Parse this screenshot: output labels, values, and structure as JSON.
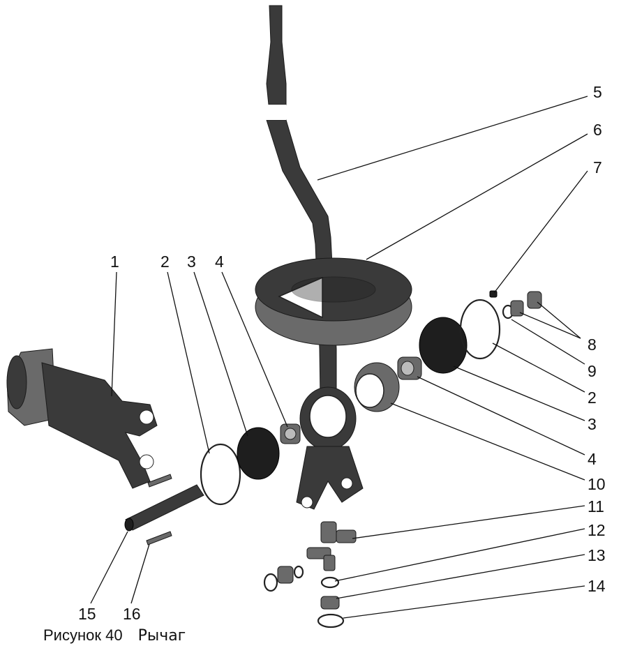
{
  "figure": {
    "caption_label": "Рисунок 40",
    "caption_title": "Рычаг"
  },
  "callouts": [
    "1",
    "2",
    "3",
    "4",
    "5",
    "6",
    "7",
    "8",
    "9",
    "2",
    "3",
    "4",
    "10",
    "11",
    "12",
    "13",
    "14",
    "15",
    "16"
  ]
}
